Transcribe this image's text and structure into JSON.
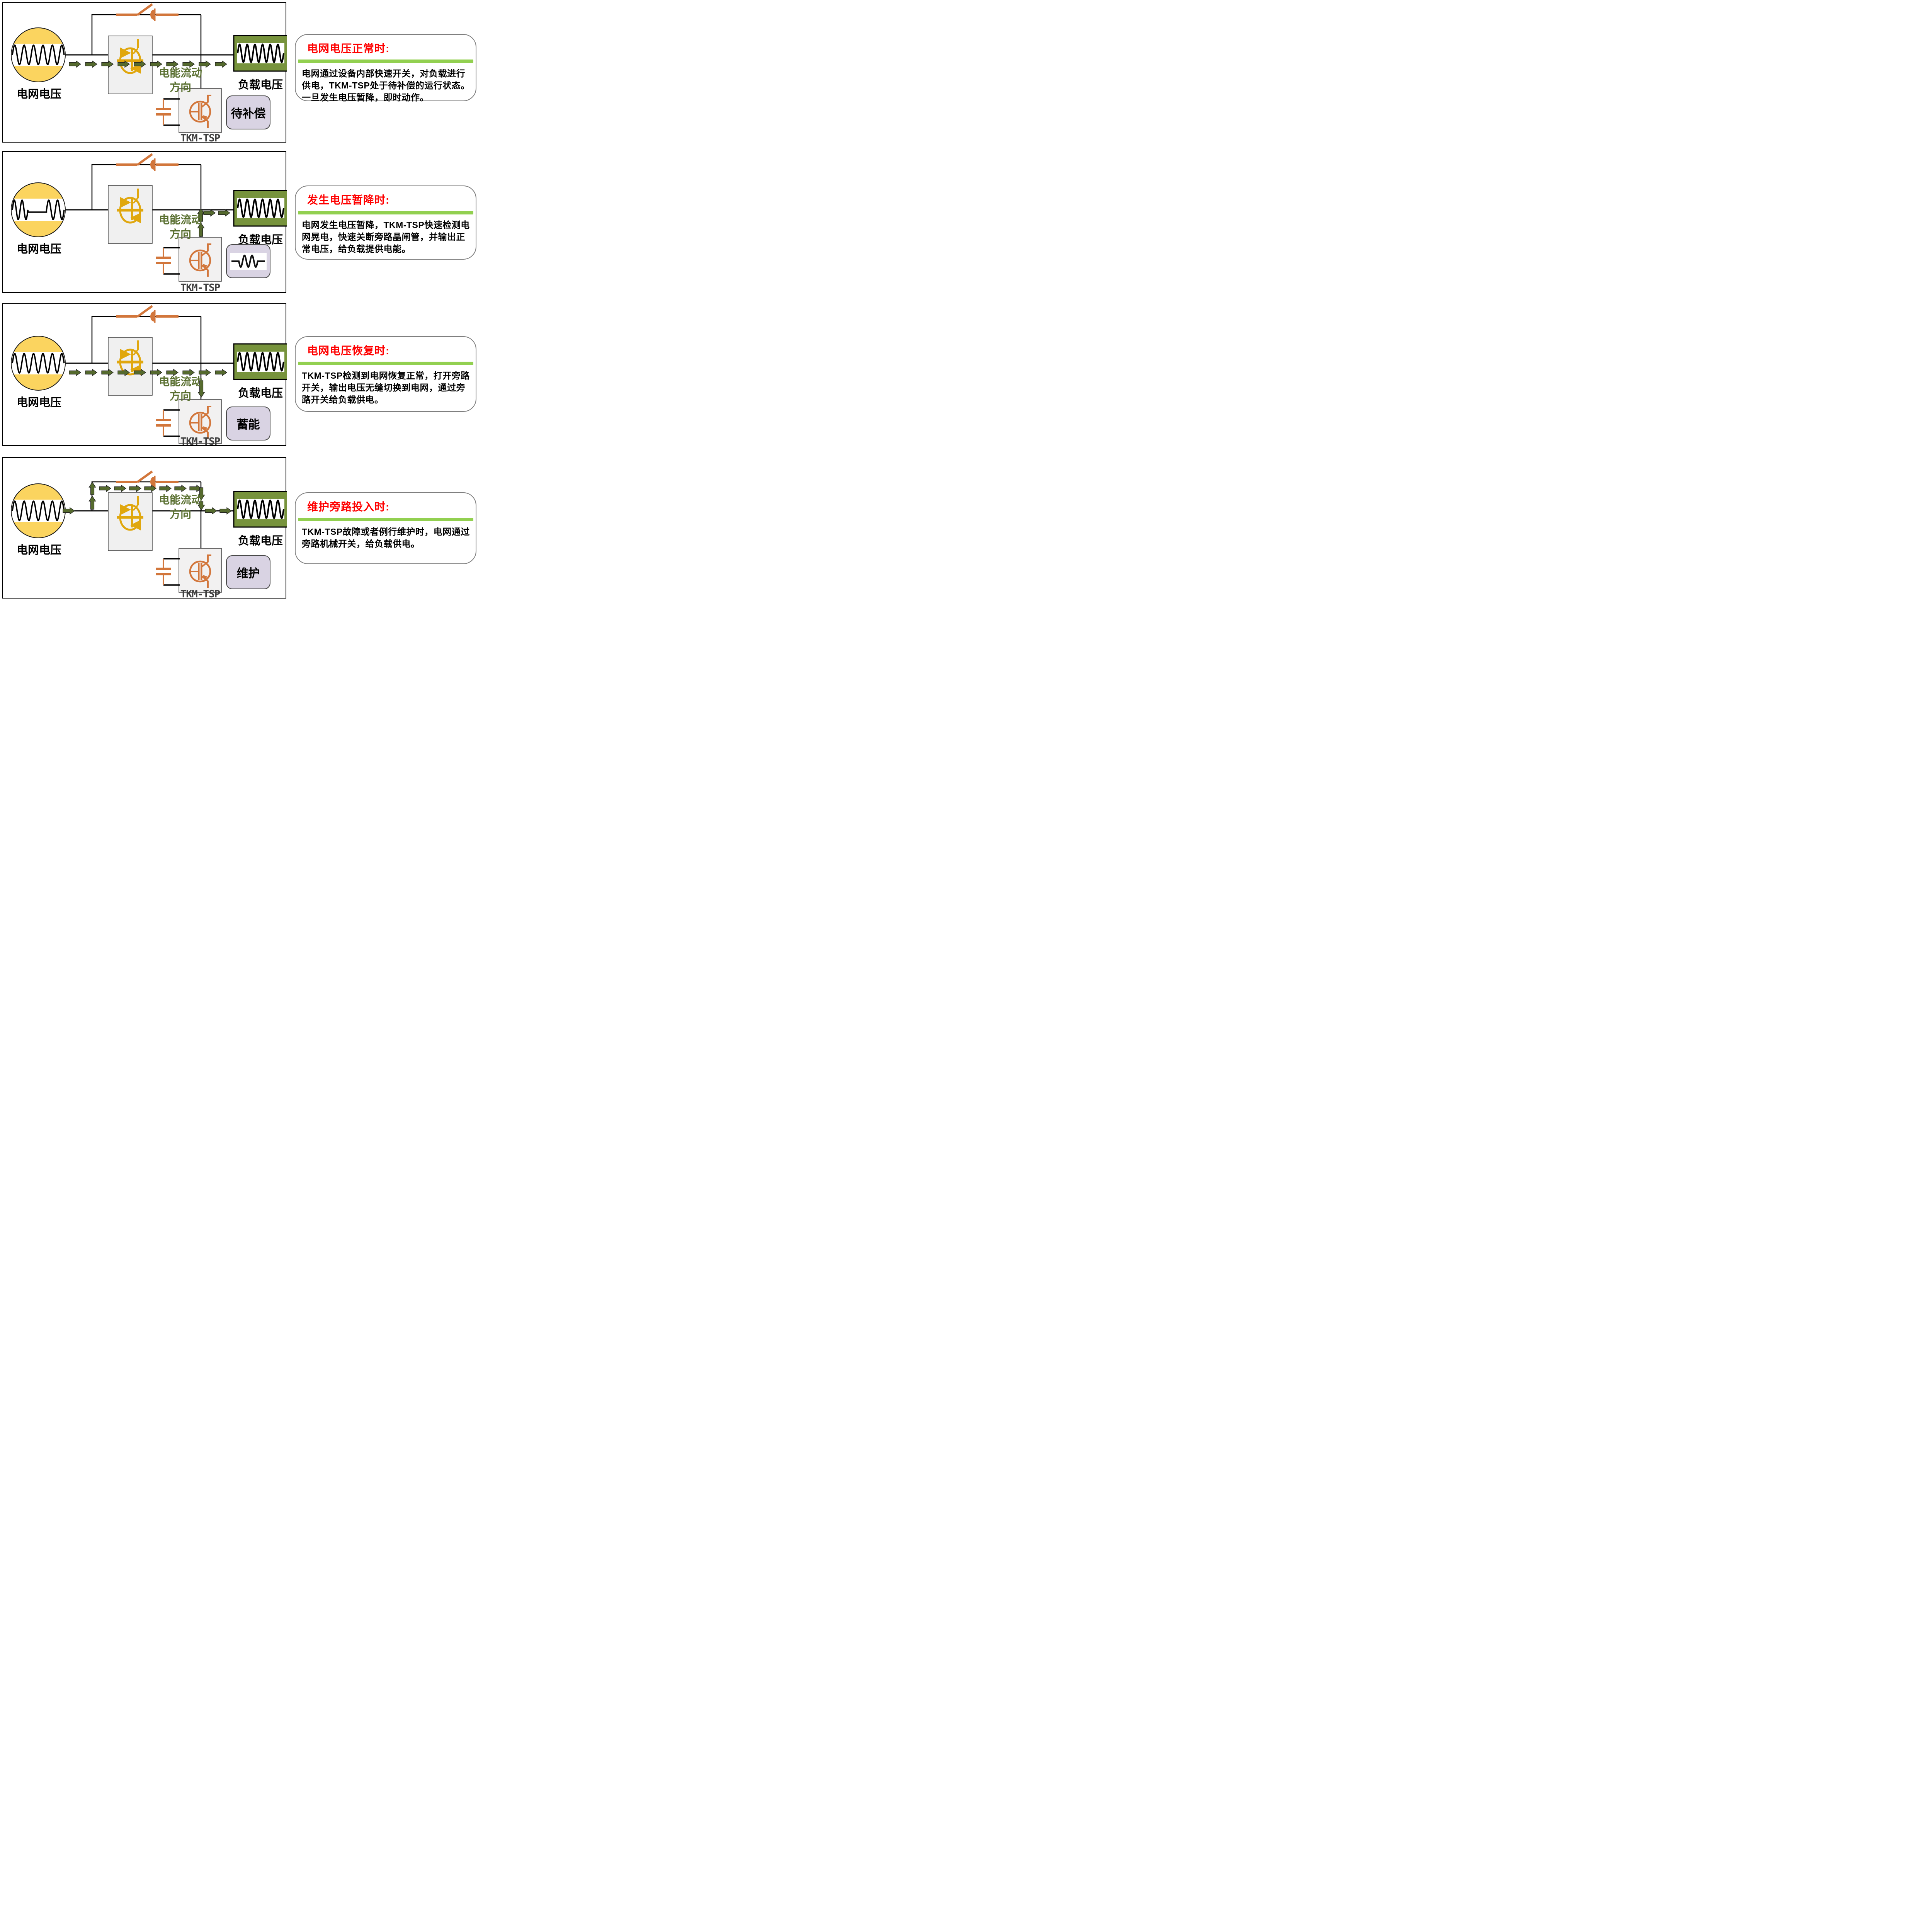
{
  "colors": {
    "grid_fill": "#FBD45F",
    "load_fill": "#77933C",
    "arrow": "#556A2E",
    "flow_text": "#5A7031",
    "accent_green": "#92D050",
    "orange": "#D2763B",
    "gold": "#E0A70E",
    "box_fill": "#F0F0F0",
    "badge_fill": "#D9D3E3",
    "title_red": "#FF0000",
    "wire": "#000000",
    "device_label": "#3F3F3F"
  },
  "panels": [
    {
      "grid_label": "电网电压",
      "grid_wave": "sine",
      "load_label": "负载电压",
      "flow_line1": "电能流动",
      "flow_line2": "方向",
      "device_label": "TKM-TSP",
      "badge": {
        "kind": "text",
        "label": "待补偿"
      },
      "flow": "normal",
      "callout": {
        "title": "电网电压正常时:",
        "body": "电网通过设备内部快速开关，对负载进行供电，TKM-TSP处于待补偿的运行状态。一旦发生电压暂降，即时动作。"
      }
    },
    {
      "grid_label": "电网电压",
      "grid_wave": "sag",
      "load_label": "负载电压",
      "flow_line1": "电能流动",
      "flow_line2": "方向",
      "device_label": "TKM-TSP",
      "badge": {
        "kind": "wave"
      },
      "flow": "compensate",
      "callout": {
        "title": "发生电压暂降时:",
        "body": "电网发生电压暂降，TKM-TSP快速检测电网晃电，快速关断旁路晶闸管，并输出正常电压，给负载提供电能。"
      }
    },
    {
      "grid_label": "电网电压",
      "grid_wave": "sine",
      "load_label": "负载电压",
      "flow_line1": "电能流动",
      "flow_line2": "方向",
      "device_label": "TKM-TSP",
      "badge": {
        "kind": "text",
        "label": "蓄能"
      },
      "flow": "recover",
      "callout": {
        "title": "电网电压恢复时:",
        "body": "TKM-TSP检测到电网恢复正常，打开旁路开关，输出电压无缝切换到电网，通过旁路开关给负载供电。"
      }
    },
    {
      "grid_label": "电网电压",
      "grid_wave": "sine",
      "load_label": "负载电压",
      "flow_line1": "电能流动",
      "flow_line2": "方向",
      "device_label": "TKM-TSP",
      "badge": {
        "kind": "text",
        "label": "维护"
      },
      "flow": "bypass",
      "callout": {
        "title": "维护旁路投入时:",
        "body": "TKM-TSP故障或者例行维护时，电网通过旁路机械开关，给负载供电。"
      }
    }
  ]
}
